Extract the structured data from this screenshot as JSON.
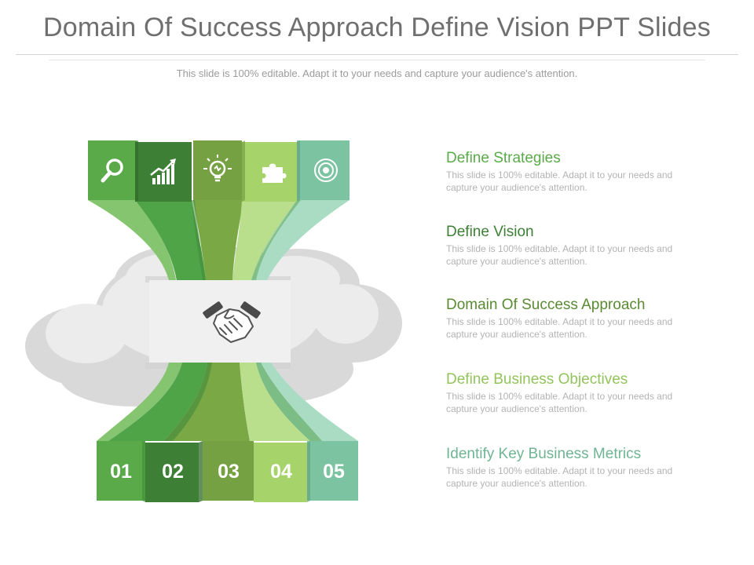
{
  "slide": {
    "title": "Domain Of Success Approach Define Vision PPT Slides",
    "subtitle": "This slide is 100% editable. Adapt it to your needs and capture your audience's attention."
  },
  "graphic": {
    "icons": [
      "magnifier-icon",
      "growth-chart-icon",
      "lightbulb-icon",
      "puzzle-icon",
      "target-icon"
    ],
    "center_icon": "handshake-icon",
    "steps": [
      {
        "number": "01",
        "color": "#5aaa4a"
      },
      {
        "number": "02",
        "color": "#3d7f35"
      },
      {
        "number": "03",
        "color": "#76a142"
      },
      {
        "number": "04",
        "color": "#a7d36b"
      },
      {
        "number": "05",
        "color": "#7cc3a1"
      }
    ]
  },
  "items": [
    {
      "heading": "Define Strategies",
      "description": "This slide is 100% editable. Adapt it to your needs and capture your audience's attention.",
      "color": "#5aaa4a"
    },
    {
      "heading": "Define Vision",
      "description": "This slide is 100% editable. Adapt it to your needs and capture your audience's attention.",
      "color": "#3d7f35"
    },
    {
      "heading": "Domain Of Success Approach",
      "description": "This slide is 100% editable. Adapt it to your needs and capture your audience's attention.",
      "color": "#5a8a32"
    },
    {
      "heading": "Define Business Objectives",
      "description": "This slide is 100% editable. Adapt it to your needs and capture your audience's attention.",
      "color": "#93c45c"
    },
    {
      "heading": "Identify Key Business Metrics",
      "description": "This slide is 100% editable. Adapt it to your needs and capture your audience's attention.",
      "color": "#6fb593"
    }
  ]
}
